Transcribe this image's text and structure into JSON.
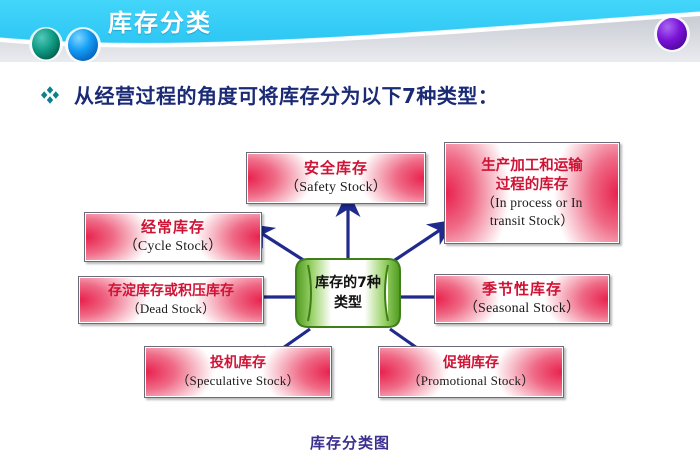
{
  "header": {
    "title": "库存分类",
    "bullet_icon": "diamond-bullet-icon",
    "decor_circles": [
      "teal-circle",
      "blue-circle",
      "purple-circle"
    ],
    "banner_color": "#3fd0f5",
    "title_color": "#ffffff"
  },
  "lead": {
    "text": "从经营过程的角度可将库存分为以下7种类型：",
    "color": "#1a2a75"
  },
  "diagram": {
    "center": {
      "line1": "库存的7种",
      "line2": "类型",
      "shape_color": "#4f9b1f",
      "text_color": "#111111"
    },
    "arrow_color": "#1f2a8c",
    "node_cn_color": "#cf1335",
    "node_accent_color": "#e8214d",
    "nodes": [
      {
        "cn": "安全库存",
        "en": "（Safety Stock）"
      },
      {
        "cn": "生产加工和运输",
        "cn2": "过程的库存",
        "en": "（In process or In",
        "en2": "transit Stock）"
      },
      {
        "cn": "经常库存",
        "en": "（Cycle Stock）"
      },
      {
        "cn": "存淀库存或积压库存",
        "en": "（Dead Stock）"
      },
      {
        "cn": "季节性库存",
        "en": "（Seasonal Stock）"
      },
      {
        "cn": "投机库存",
        "en": "（Speculative Stock）"
      },
      {
        "cn": "促销库存",
        "en": "（Promotional Stock）"
      }
    ]
  },
  "caption": {
    "text": "库存分类图",
    "color": "#3b2f8f"
  }
}
